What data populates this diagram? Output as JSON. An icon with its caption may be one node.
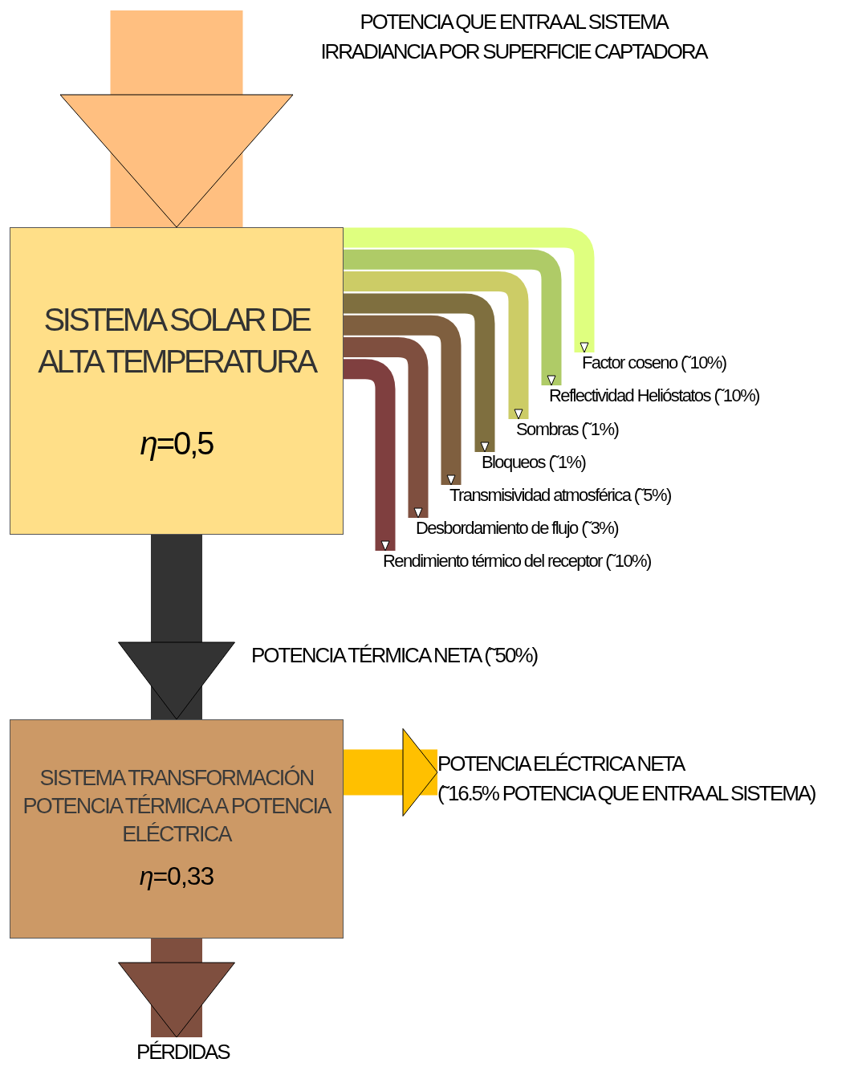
{
  "diagram": {
    "nodes": [
      {
        "text": [
          "SISTEMA SOLAR DE ALTA TEMPERATURA",
          "*η*=0,5"
        ]
      },
      {
        "text": [
          "Factor coseno (˜10%)"
        ]
      },
      {
        "text": [
          "Reflectividad Helióstatos (˜10%)"
        ]
      },
      {
        "text": [
          "Sombras (˜1%)"
        ]
      },
      {
        "text": [
          "Bloqueos (˜1%)"
        ]
      },
      {
        "text": [
          "Transmisividad atmosférica (˜5%)"
        ]
      },
      {
        "text": [
          "Desbordamiento de flujo (˜3%)"
        ]
      },
      {
        "text": [
          "Rendimiento térmico del receptor (˜10%)"
        ]
      },
      {
        "text": [
          "SISTEMA TRANSFORMACIÓN POTENCIA TÉRMICA A POTENCIA ELÉCTRICA",
          "*η*=0,33"
        ]
      },
      {
        "text": [
          "POTENCIA ELÉCTRICA NETA",
          "(˜16.5% POTENCIA QUE ENTRA AL SISTEMA)"
        ]
      },
      {
        "text": [
          "PÉRDIDAS"
        ]
      }
    ],
    "edges": [
      {
        "from": null,
        "to": 0,
        "arrow": "to",
        "style": "thick",
        "color": "#ffbf80"
      },
      {
        "from": 0,
        "to": 1,
        "arrow": "to",
        "color": "#dfff7f"
      },
      {
        "from": 0,
        "to": 2,
        "arrow": "to",
        "color": "#afcb67"
      },
      {
        "from": 0,
        "to": 3,
        "arrow": "to",
        "color": "#cccc66"
      },
      {
        "from": 0,
        "to": 4,
        "arrow": "to",
        "color": "#7f6f3f"
      },
      {
        "from": 0,
        "to": 5,
        "arrow": "to",
        "color": "#7f5f3f"
      },
      {
        "from": 0,
        "to": 6,
        "arrow": "to",
        "color": "#7f4f3f"
      },
      {
        "from": 0,
        "to": 7,
        "arrow": "to",
        "color": "#7f3f3f"
      },
      {
        "from": 0,
        "to": 8,
        "arrow": "to",
        "label": "POTENCIA TÉRMICA NETA (˜50%)",
        "style": "thick",
        "color": "#333333"
      },
      {
        "from": 8,
        "to": 9,
        "arrow": "to",
        "style": "thick",
        "color": "#ffc000"
      },
      {
        "from": 8,
        "to": 10,
        "arrow": "to",
        "style": "thick",
        "color": "#7f4f3f"
      }
    ],
    "labels": [
      "POTENCIA QUE ENTRA AL SISTEMA",
      "IRRADIANCIA POR SUPERFICIE CAPTADORA"
    ]
  }
}
